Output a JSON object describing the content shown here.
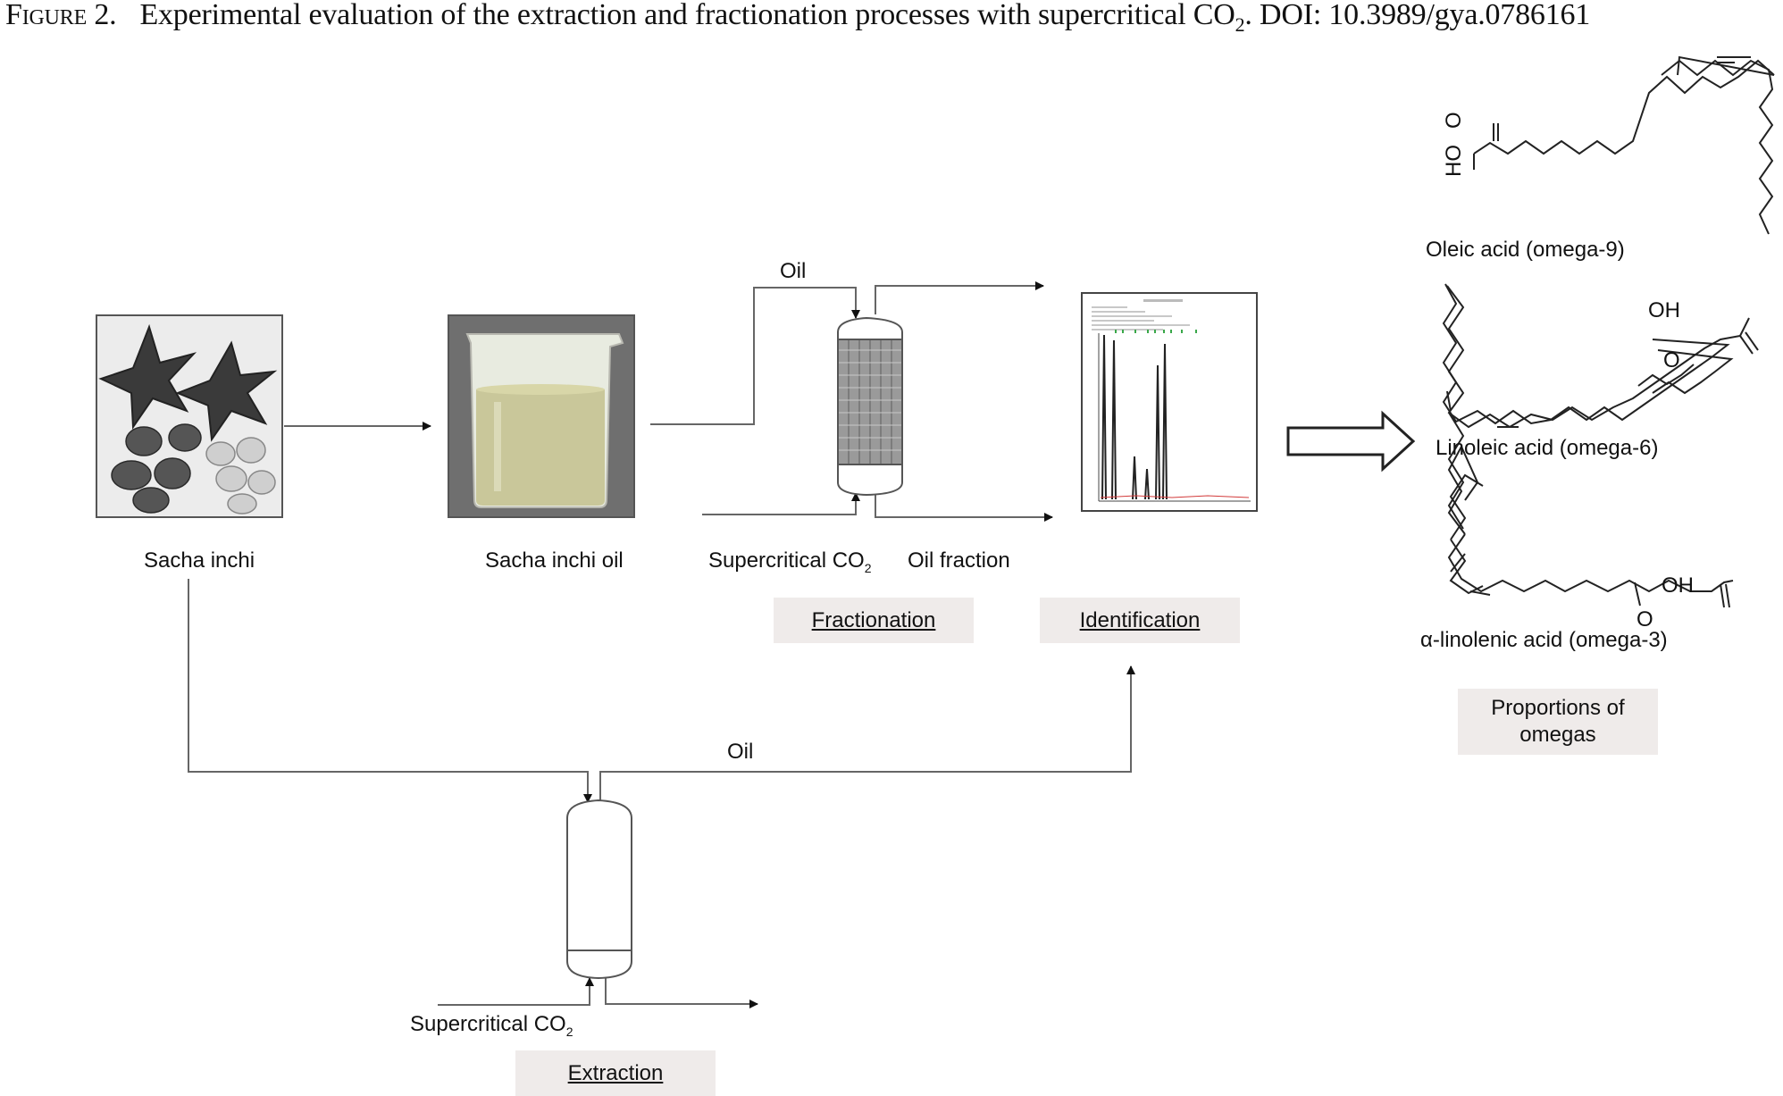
{
  "caption": {
    "figure_label": "Figure 2.",
    "text": "Experimental evaluation of the extraction and fractionation processes with supercritical CO",
    "subscript": "2",
    "suffix": ". DOI: 10.3989/gya.0786161"
  },
  "labels": {
    "sacha_inchi": "Sacha inchi",
    "sacha_inchi_oil": "Sacha inchi oil",
    "supercritical_co2_top": "Supercritical CO",
    "co2_sub": "2",
    "oil_fraction": "Oil fraction",
    "oil_top": "Oil",
    "oil_bottom": "Oil",
    "supercritical_co2_bottom": "Supercritical CO",
    "oleic_acid": "Oleic acid (omega-9)",
    "linoleic_acid": "Linoleic acid (omega-6)",
    "linolenic_acid": "α-linolenic acid (omega-3)",
    "oh_1": "OH",
    "o_1": "O",
    "oh_2": "OH",
    "o_2": "O",
    "ho_3": "HO",
    "o_3": "O"
  },
  "boxes": {
    "fractionation": "Fractionation",
    "identification": "Identification",
    "extraction": "Extraction",
    "proportions": "Proportions of omegas"
  },
  "colors": {
    "box_bg": "#efebea",
    "line": "#555555",
    "packing": "#8a8a8a",
    "chromatogram_red": "#d23a3a",
    "chromatogram_green": "#3aa84a"
  }
}
